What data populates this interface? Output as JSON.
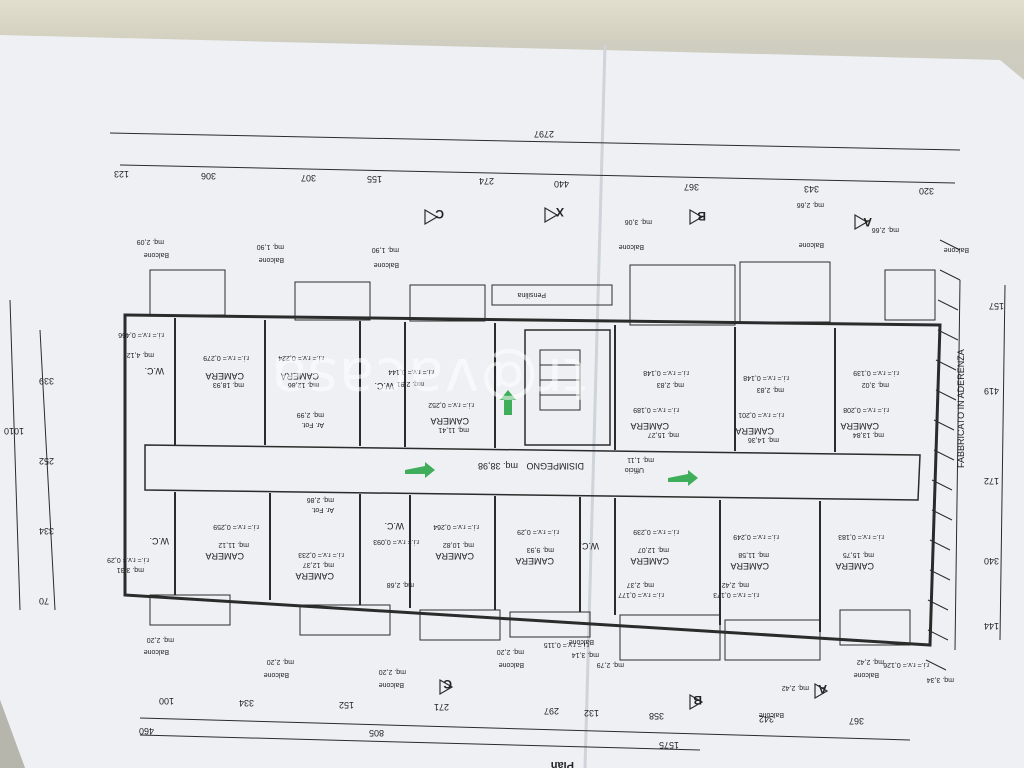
{
  "photo": {
    "subject": "printed architectural floor plan sheet",
    "colors": {
      "paper": "#eef0f4",
      "ink": "#2b2b2b",
      "arrow_green": "#3fae5a",
      "wall": "#d5d2c4"
    }
  },
  "plan": {
    "total_dim": "2797",
    "top_dims": [
      "123",
      "306",
      "307",
      "155",
      "274",
      "440",
      "367",
      "343",
      "320"
    ],
    "bottom_dims": [
      "100",
      "334",
      "152",
      "271",
      "297",
      "132",
      "358",
      "342",
      "367"
    ],
    "bottom_total": [
      "805",
      "460",
      "1575"
    ],
    "left_dims": [
      "1010",
      "339",
      "252",
      "334",
      "70"
    ],
    "right_dims": [
      "157",
      "419",
      "172",
      "340",
      "144"
    ],
    "sections": [
      "C",
      "X",
      "B",
      "A",
      "C",
      "B",
      "A"
    ],
    "corridor": {
      "label": "DISIMPEGNO",
      "area": "mq. 38,98"
    },
    "building_note": "FABBRICATO IN ADERENZA",
    "office": {
      "label": "Ufficio",
      "area": "mq. 1,11"
    },
    "pensilina": "Pensilina",
    "rooms_top": [
      {
        "name": "W.C.",
        "area": "mq. 4,12",
        "ratio": "r.i.= r.v.= 0,466"
      },
      {
        "name": "CAMERA",
        "area": "mq. 18,93",
        "ratio": "r.i.= r.v.= 0,279"
      },
      {
        "name": "CAMERA",
        "area": "mq. 12,86",
        "ratio": "r.i.= r.v.= 0,224"
      },
      {
        "name": "Ar. Fot.",
        "area": "mq. 2,99"
      },
      {
        "name": "W.C.",
        "area": "mq. 2,91",
        "ratio": "r.i.= r.v.= 0,144"
      },
      {
        "name": "CAMERA",
        "area": "mq. 11,41",
        "ratio": "r.i.= r.v.= 0,252"
      },
      {
        "name": "CAMERA",
        "area": "mq. 15,27",
        "ratio": "r.i.= r.v.= 0,189"
      },
      {
        "name": "W.C.",
        "area": "mq. 2,83",
        "ratio": "r.i.= r.v.= 0,148"
      },
      {
        "name": "CAMERA",
        "area": "mq. 14,36",
        "ratio": "r.i.= r.v.= 0,201"
      },
      {
        "name": "W.C.",
        "area": "mq. 2,83",
        "ratio": "r.i.= r.v.= 0,148"
      },
      {
        "name": "CAMERA",
        "area": "mq. 13,84",
        "ratio": "r.i.= r.v.= 0,208"
      },
      {
        "name": "W.C.",
        "area": "mq. 3,02",
        "ratio": "r.i.= r.v.= 0,139"
      }
    ],
    "rooms_bottom": [
      {
        "name": "W.C.",
        "area": "mq. 3,31",
        "ratio": "r.i.= r.v.= 0,29"
      },
      {
        "name": "CAMERA",
        "area": "mq. 11,12",
        "ratio": "r.i.= r.v.= 0,259"
      },
      {
        "name": "CAMERA",
        "area": "mq. 12,37",
        "ratio": "r.i.= r.v.= 0,233"
      },
      {
        "name": "Ar. Fot.",
        "area": "mq. 2,86"
      },
      {
        "name": "W.C.",
        "area": "mq. 2,68",
        "ratio": "r.i.= r.v.= 0,093"
      },
      {
        "name": "CAMERA",
        "area": "mq. 10,82",
        "ratio": "r.i.= r.v.= 0,264"
      },
      {
        "name": "CAMERA",
        "area": "mq. 9,93",
        "ratio": "r.i.= r.v.= 0,29"
      },
      {
        "name": "W.C.",
        "area": "mq. 2,79"
      },
      {
        "name": "CAMERA",
        "area": "mq. 12,07",
        "ratio": "r.i.= r.v.= 0,239"
      },
      {
        "name": "CAMERA",
        "area": "mq. 11,58",
        "ratio": "r.i.= r.v.= 0,249"
      },
      {
        "name": "CAMERA",
        "area": "mq. 15,75",
        "ratio": "r.i.= r.v.= 0,183"
      },
      {
        "name": "W.C.",
        "area": "mq. 2,37",
        "ratio": "r.i.= r.v.= 0,177"
      },
      {
        "name": "W.C.",
        "area": "mq. 2,42",
        "ratio": "r.i.= r.v.= 0,173"
      },
      {
        "name": "W.C.",
        "area": "mq. 3,34",
        "ratio": "r.i.= r.v.= 0,126"
      }
    ],
    "balconies_top": [
      {
        "label": "Balcone",
        "area": "mq. 2,09"
      },
      {
        "label": "Balcone",
        "area": "mq. 1,90"
      },
      {
        "label": "Balcone",
        "area": "mq. 1,90"
      },
      {
        "label": "Balcone",
        "area": "mq. 3,06"
      },
      {
        "label": "Balcone",
        "area": "mq. 2,66"
      },
      {
        "label": "Balcone",
        "area": "mq. 2,66"
      }
    ],
    "balconies_bottom": [
      {
        "label": "Balcone",
        "area": "mq. 2,20"
      },
      {
        "label": "Balcone",
        "area": "mq. 2,20"
      },
      {
        "label": "Balcone",
        "area": "mq. 2,20"
      },
      {
        "label": "Balcone",
        "area": "mq. 2,20"
      },
      {
        "label": "Balcone",
        "area": "mq. 3,14"
      },
      {
        "label": "Balcone",
        "area": "mq. 2,42"
      },
      {
        "label": "Balcone",
        "area": "mq. 2,42"
      }
    ],
    "ratio_misc": "r.i.= r.v.= 0,115",
    "corner_text": "Pian",
    "watermark": "tr@vacasa"
  }
}
